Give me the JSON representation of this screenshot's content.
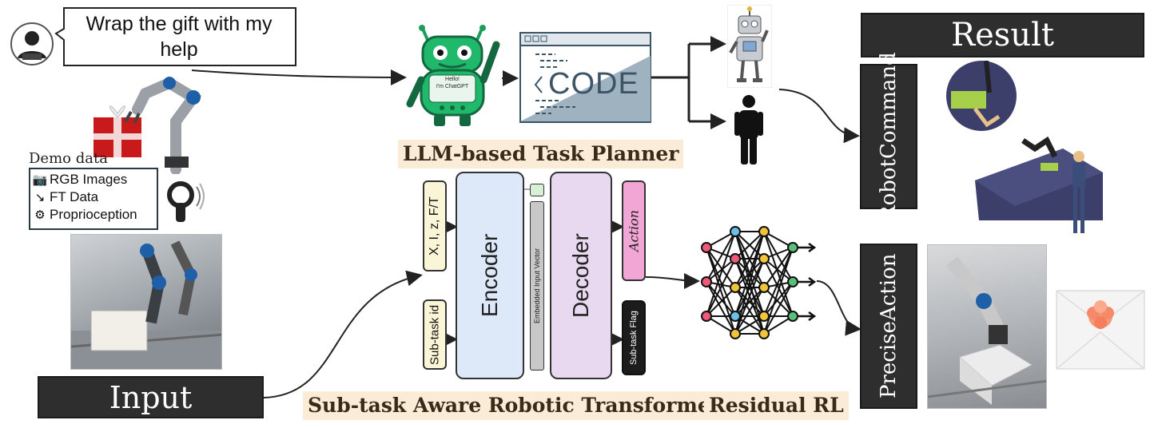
{
  "user_prompt": "Wrap the gift with my help",
  "demo": {
    "title": "Demo data",
    "items": [
      "RGB Images",
      "FT Data",
      "Proprioception"
    ]
  },
  "planner": {
    "chat_hello": "Hello!",
    "chat_im": "I'm ChatGPT",
    "code_text": "CODE",
    "label": "LLM-based Task Planner"
  },
  "transformer": {
    "inputs": [
      "X, I, z, F/T",
      "Sub-task id"
    ],
    "encoder": "Encoder",
    "embedded": "Embedded Input Vector",
    "decoder": "Decoder",
    "outputs": [
      "Action",
      "Sub-task Flag"
    ],
    "label": "Sub-task Aware Robotic Transformer"
  },
  "residual_label": "Residual RL",
  "input_label": "Input",
  "result": {
    "title": "Result",
    "robot_command": [
      "Robot",
      "Command"
    ],
    "precise_action": [
      "Precise",
      "Action"
    ]
  }
}
